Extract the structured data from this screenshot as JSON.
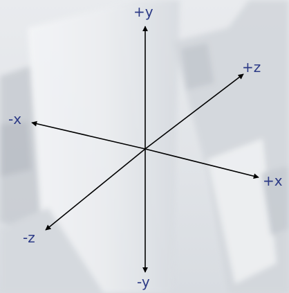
{
  "diagram": {
    "axis_labels": {
      "pos_y": "+y",
      "neg_y": "-y",
      "pos_z": "+z",
      "neg_z": "-z",
      "neg_x": "-x",
      "pos_x": "+x"
    },
    "colors": {
      "axis_line": "#000000",
      "label_text": "#2c3a86",
      "background": "#e3e6ea"
    }
  }
}
